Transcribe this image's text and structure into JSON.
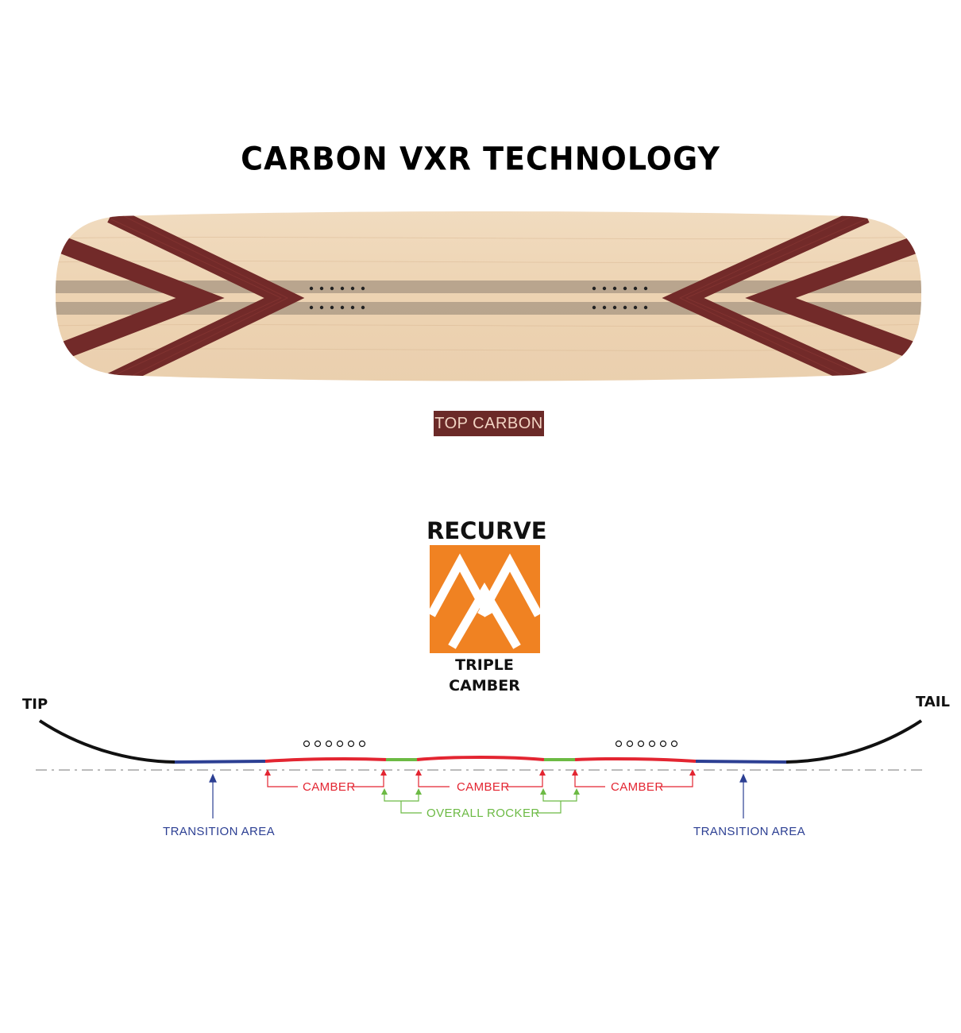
{
  "title": "CARBON VXR TECHNOLOGY",
  "legend": {
    "label": "TOP CARBON",
    "color": "#6b2a28"
  },
  "logo": {
    "top_text": "RECURVE",
    "bottom_text": "TRIPLE CAMBER",
    "color": "#f08222"
  },
  "profile": {
    "tip_label": "TIP",
    "tail_label": "TAIL",
    "labels": {
      "camber_left": "CAMBER",
      "camber_center": "CAMBER",
      "camber_right": "CAMBER",
      "overall_rocker": "OVERALL ROCKER",
      "transition_left": "TRANSITION AREA",
      "transition_right": "TRANSITION AREA"
    },
    "colors": {
      "camber": "#e32531",
      "rocker": "#6cba44",
      "transition": "#2c3f93",
      "ends": "#111111"
    }
  }
}
